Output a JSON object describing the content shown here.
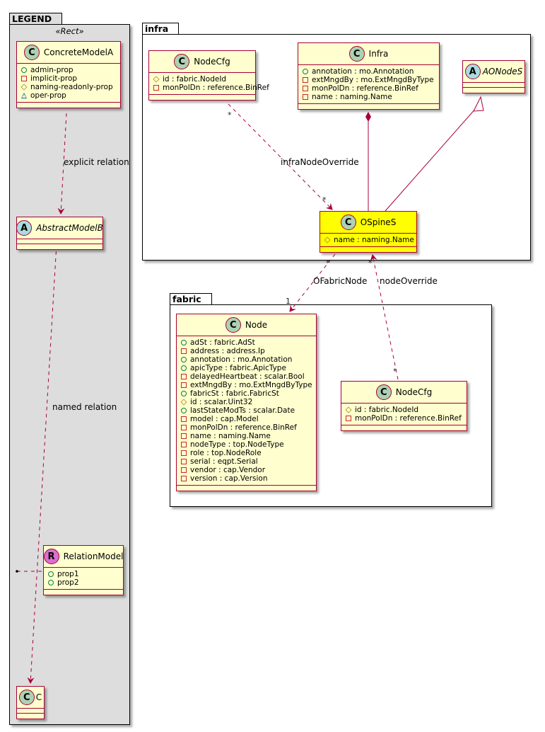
{
  "packages": {
    "legend": {
      "name": "LEGEND",
      "stereotype": "«Rect»"
    },
    "infra": {
      "name": "infra"
    },
    "fabric": {
      "name": "fabric"
    }
  },
  "legend": {
    "concrete": {
      "badge": "C",
      "name": "ConcreteModelA",
      "attrs": [
        {
          "vis": "public",
          "text": "admin-prop"
        },
        {
          "vis": "private",
          "text": "implicit-prop"
        },
        {
          "vis": "protected",
          "text": "naming-readonly-prop"
        },
        {
          "vis": "package",
          "text": "oper-prop"
        }
      ]
    },
    "abstract": {
      "badge": "A",
      "name": "AbstractModelB"
    },
    "relation": {
      "badge": "R",
      "name": "RelationModel",
      "attrs": [
        {
          "vis": "public",
          "text": "prop1"
        },
        {
          "vis": "public",
          "text": "prop2"
        }
      ]
    },
    "c": {
      "badge": "C",
      "name": "C"
    },
    "labels": {
      "explicit": "explicit relation",
      "named": "named relation"
    }
  },
  "infra": {
    "nodecfg": {
      "badge": "C",
      "name": "NodeCfg",
      "attrs": [
        {
          "vis": "protected",
          "text": "id : fabric.NodeId"
        },
        {
          "vis": "private",
          "text": "monPolDn : reference.BinRef"
        }
      ]
    },
    "infra": {
      "badge": "C",
      "name": "Infra",
      "attrs": [
        {
          "vis": "public",
          "text": "annotation : mo.Annotation"
        },
        {
          "vis": "private",
          "text": "extMngdBy : mo.ExtMngdByType"
        },
        {
          "vis": "private",
          "text": "monPolDn : reference.BinRef"
        },
        {
          "vis": "private",
          "text": "name : naming.Name"
        }
      ]
    },
    "aonodes": {
      "badge": "A",
      "name": "AONodeS"
    },
    "ospines": {
      "badge": "C",
      "name": "OSpineS",
      "highlight_color": "#ffff00",
      "attrs": [
        {
          "vis": "protected",
          "text": "name : naming.Name"
        }
      ]
    }
  },
  "fabric": {
    "node": {
      "badge": "C",
      "name": "Node",
      "attrs": [
        {
          "vis": "public",
          "text": "adSt : fabric.AdSt"
        },
        {
          "vis": "private",
          "text": "address : address.Ip"
        },
        {
          "vis": "public",
          "text": "annotation : mo.Annotation"
        },
        {
          "vis": "public",
          "text": "apicType : fabric.ApicType"
        },
        {
          "vis": "private",
          "text": "delayedHeartbeat : scalar.Bool"
        },
        {
          "vis": "private",
          "text": "extMngdBy : mo.ExtMngdByType"
        },
        {
          "vis": "public",
          "text": "fabricSt : fabric.FabricSt"
        },
        {
          "vis": "protected",
          "text": "id : scalar.Uint32"
        },
        {
          "vis": "public",
          "text": "lastStateModTs : scalar.Date"
        },
        {
          "vis": "private",
          "text": "model : cap.Model"
        },
        {
          "vis": "private",
          "text": "monPolDn : reference.BinRef"
        },
        {
          "vis": "private",
          "text": "name : naming.Name"
        },
        {
          "vis": "private",
          "text": "nodeType : top.NodeType"
        },
        {
          "vis": "private",
          "text": "role : top.NodeRole"
        },
        {
          "vis": "private",
          "text": "serial : eqpt.Serial"
        },
        {
          "vis": "private",
          "text": "vendor : cap.Vendor"
        },
        {
          "vis": "private",
          "text": "version : cap.Version"
        }
      ]
    },
    "nodecfg": {
      "badge": "C",
      "name": "NodeCfg",
      "attrs": [
        {
          "vis": "protected",
          "text": "id : fabric.NodeId"
        },
        {
          "vis": "private",
          "text": "monPolDn : reference.BinRef"
        }
      ]
    }
  },
  "relations": {
    "infraNodeOverride": {
      "label": "infraNodeOverride",
      "src_mult": "*",
      "dst_mult": "*"
    },
    "oFabricNode": {
      "label": "OFabricNode",
      "src_mult": "*",
      "dst_mult": "1"
    },
    "nodeOverride": {
      "label": "nodeOverride",
      "src_mult": "*",
      "dst_mult": "*"
    }
  },
  "colors": {
    "edge": "#a80036",
    "class_fill": "#fefece",
    "legend_fill": "#dddddd"
  }
}
